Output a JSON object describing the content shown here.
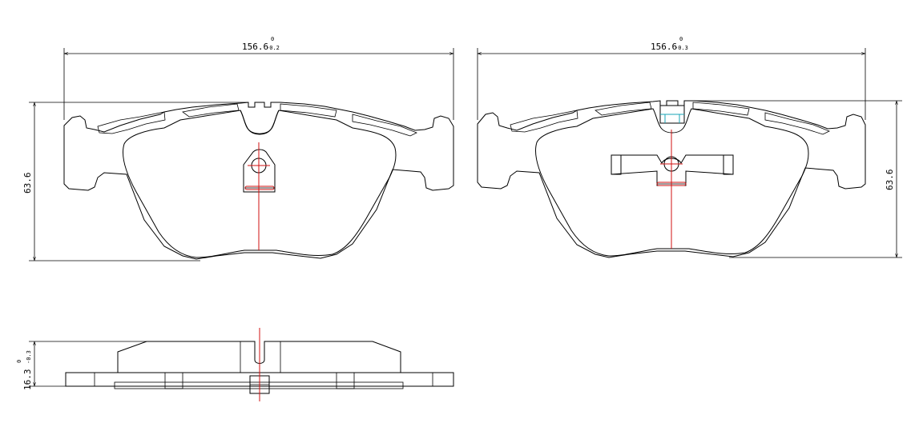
{
  "dimensions": {
    "left_width": {
      "value": "156.6",
      "tol_upper": "0",
      "tol_lower": "-0.2"
    },
    "right_width": {
      "value": "156.6",
      "tol_upper": "0",
      "tol_lower": "-0.3"
    },
    "left_height": {
      "value": "63.6"
    },
    "right_height": {
      "value": "63.6"
    },
    "thickness": {
      "value": "16.3",
      "tol_upper": "0",
      "tol_lower": "-0.3"
    }
  },
  "colors": {
    "outline": "#000000",
    "centerline": "#d01010",
    "wear_sensor": "#1aa6b7"
  }
}
